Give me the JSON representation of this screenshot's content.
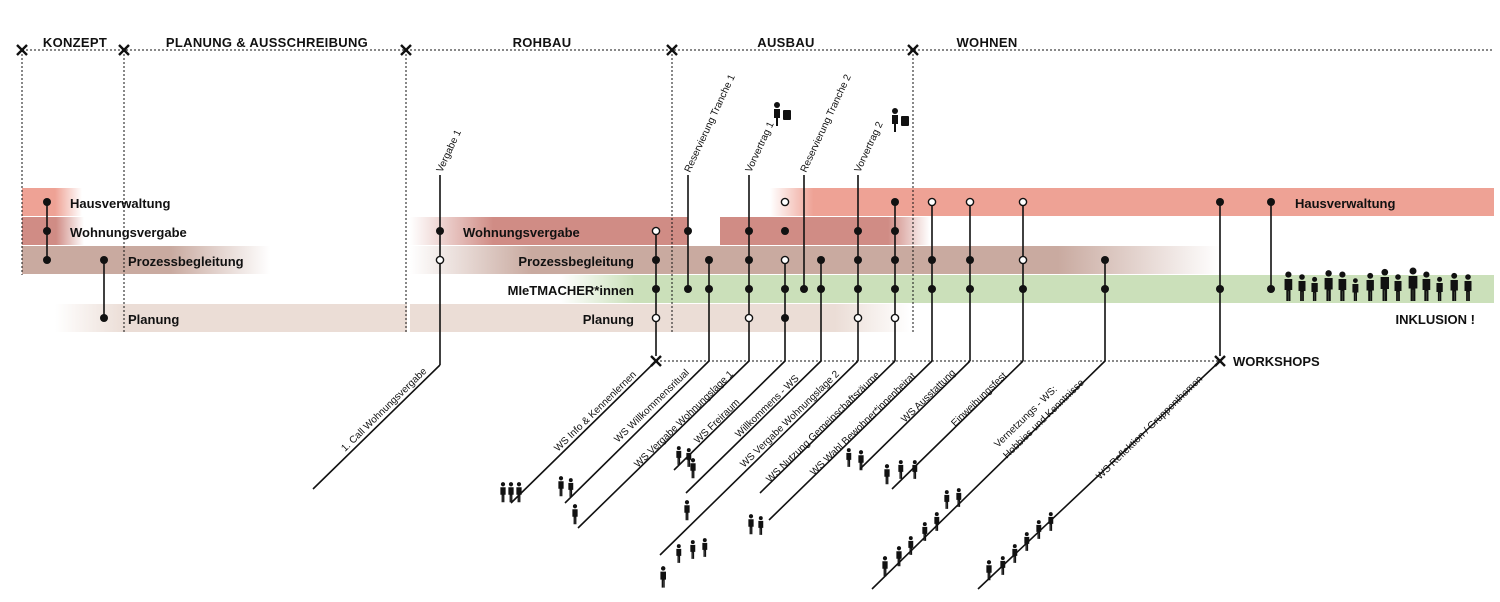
{
  "phases": [
    {
      "label": "KONZEPT"
    },
    {
      "label": "PLANUNG & AUSSCHREIBUNG"
    },
    {
      "label": "ROHBAU"
    },
    {
      "label": "AUSBAU"
    },
    {
      "label": "WOHNEN"
    }
  ],
  "lanes": {
    "hausverwaltung_left": "Hausverwaltung",
    "wohnungsvergabe_left": "Wohnungsvergabe",
    "prozess_left": "Prozessbegleitung",
    "planung_left": "Planung",
    "wohnungsvergabe_mid": "Wohnungsvergabe",
    "prozess_mid": "Prozessbegleitung",
    "mietmacher_mid": "MIeTMACHER*innen",
    "planung_mid": "Planung",
    "hausverwaltung_right": "Hausverwaltung"
  },
  "milestones": [
    {
      "label": "Vergabe 1"
    },
    {
      "label": "Reservierung Tranche 1"
    },
    {
      "label": "Vorvertrag 1"
    },
    {
      "label": "Reservierung Tranche 2"
    },
    {
      "label": "Vorvertrag 2"
    }
  ],
  "call_label": "1. Call Wohnungsvergabe",
  "workshops_label": "WORKSHOPS",
  "inklusion_label": "INKLUSION !",
  "workshops": [
    {
      "label": "WS Info & Kennenlernen"
    },
    {
      "label": "WS Willkommensritual"
    },
    {
      "label": "WS Vergabe Wohnungslage 1"
    },
    {
      "label": "WS Freiraum"
    },
    {
      "label": "Willkommens - WS"
    },
    {
      "label": "WS Vergabe Wohnungslage 2"
    },
    {
      "label": "WS Nutzung Gemeinschaftsräume"
    },
    {
      "label": "WS Wahl Bewohner*innenbeirat"
    },
    {
      "label": "WS Ausstattung"
    },
    {
      "label": "Einweihungsfest"
    },
    {
      "label": "Vernetzungs - WS:"
    },
    {
      "label": "Hobbies und Kenntnisse"
    },
    {
      "label": "WS Reflektion / Gruppenthemen"
    }
  ],
  "colors": {
    "hausverwaltung": "#eea295",
    "wohnungsvergabe": "#d08c85",
    "prozess": "#c9aaa0",
    "mietmacher": "#cbe0ba",
    "planung": "#ebddd6",
    "ink": "#111111"
  },
  "icons": [
    "reservation-person-icon",
    "workshop-people-icon",
    "community-crowd-icon",
    "cross-marker-icon"
  ]
}
